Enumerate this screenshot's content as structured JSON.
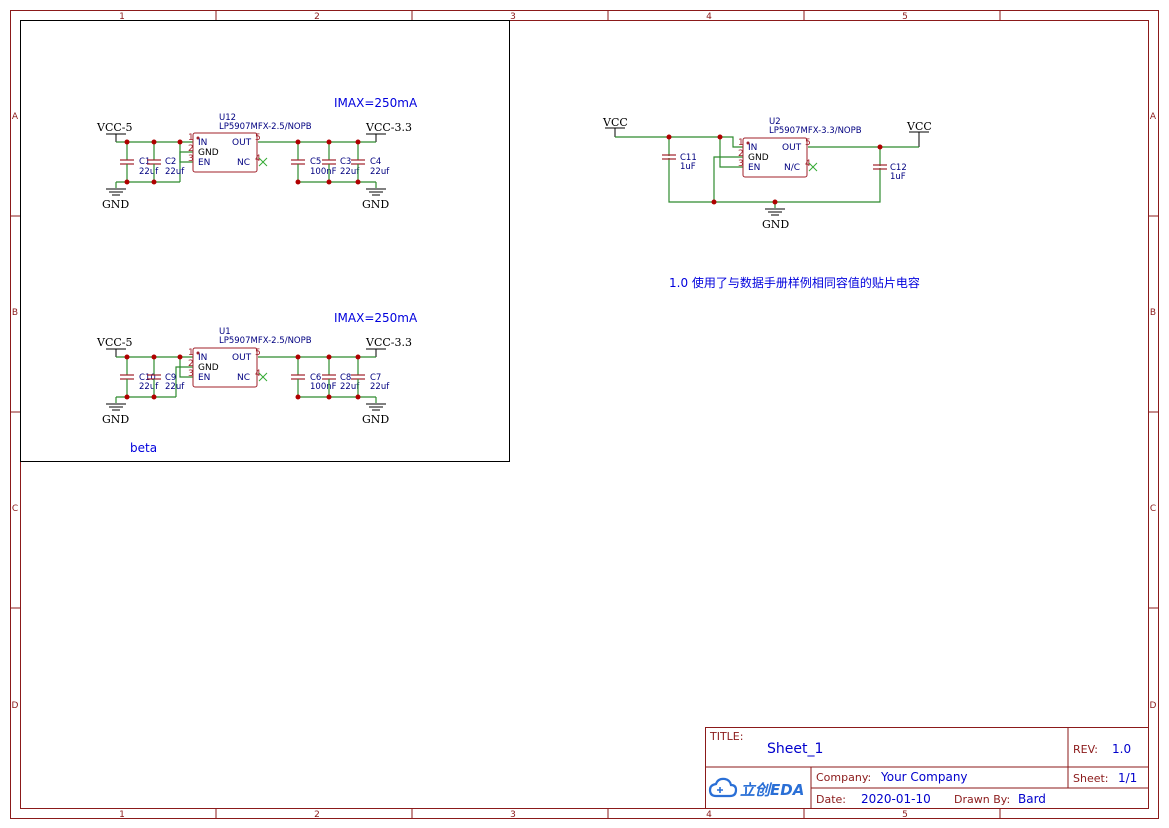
{
  "frame": {
    "columns": [
      "1",
      "2",
      "3",
      "4",
      "5"
    ],
    "rows": [
      "A",
      "B",
      "C",
      "D"
    ]
  },
  "blocks": [
    {
      "u": {
        "ref": "U12",
        "value": "LP5907MFX-2.5/NOPB"
      },
      "imax": "IMAX=250mA",
      "vin": "VCC-5",
      "vout": "VCC-3.3",
      "gnd": "GND",
      "caps_in": [
        {
          "ref": "C1",
          "value": "22uf"
        },
        {
          "ref": "C2",
          "value": "22uf"
        }
      ],
      "caps_out": [
        {
          "ref": "C5",
          "value": "100nF"
        },
        {
          "ref": "C3",
          "value": "22uf"
        },
        {
          "ref": "C4",
          "value": "22uf"
        }
      ]
    },
    {
      "u": {
        "ref": "U1",
        "value": "LP5907MFX-2.5/NOPB"
      },
      "imax": "IMAX=250mA",
      "vin": "VCC-5",
      "vout": "VCC-3.3",
      "gnd": "GND",
      "caps_in": [
        {
          "ref": "C10",
          "value": "22uf"
        },
        {
          "ref": "C9",
          "value": "22uf"
        }
      ],
      "caps_out": [
        {
          "ref": "C6",
          "value": "100nF"
        },
        {
          "ref": "C8",
          "value": "22uf"
        },
        {
          "ref": "C7",
          "value": "22uf"
        }
      ]
    }
  ],
  "pins": {
    "in": "IN",
    "gnd": "GND",
    "en": "EN",
    "out": "OUT",
    "nc": "NC",
    "nc2": "N/C",
    "n1": "1",
    "n2": "2",
    "n3": "3",
    "n4": "4",
    "n5": "5"
  },
  "beta_label": "beta",
  "right": {
    "u": {
      "ref": "U2",
      "value": "LP5907MFX-3.3/NOPB"
    },
    "vin": "VCC",
    "vout": "VCC",
    "gnd": "GND",
    "c_in": {
      "ref": "C11",
      "value": "1uF"
    },
    "c_out": {
      "ref": "C12",
      "value": "1uF"
    },
    "note": "1.0 使用了与数据手册样例相同容值的贴片电容"
  },
  "title_block": {
    "title_label": "TITLE:",
    "title": "Sheet_1",
    "rev_label": "REV:",
    "rev": "1.0",
    "company_label": "Company:",
    "company": "Your Company",
    "sheet_label": "Sheet:",
    "sheet": "1/1",
    "date_label": "Date:",
    "date": "2020-01-10",
    "drawn_label": "Drawn By:",
    "drawn": "Bard",
    "logo": "立创EDA"
  }
}
